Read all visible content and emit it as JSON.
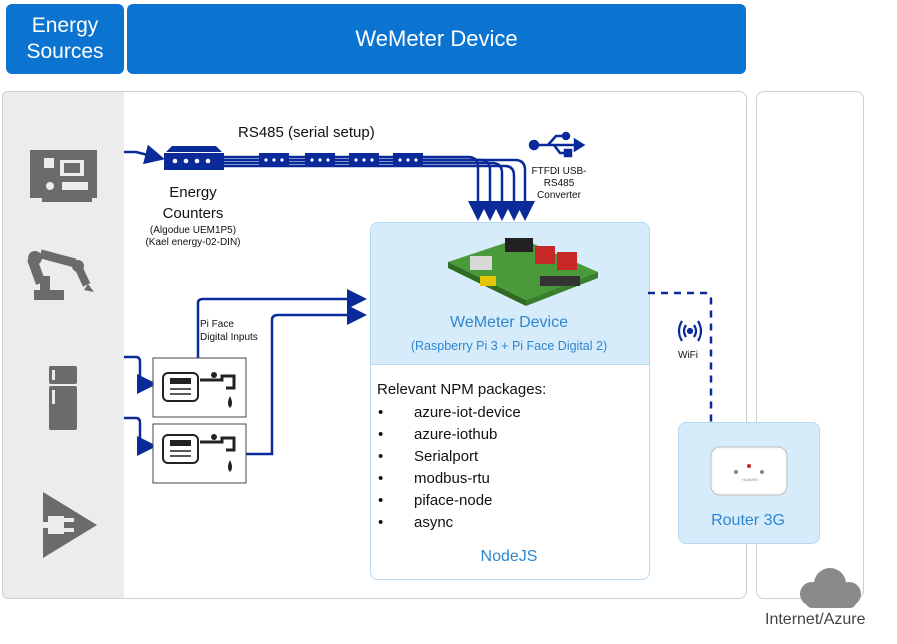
{
  "header": {
    "energy_sources": "Energy Sources",
    "wemeter_device": "WeMeter Device"
  },
  "energy_counters": {
    "bus_label": "RS485 (serial setup)",
    "title_line1": "Energy",
    "title_line2": "Counters",
    "model1": "(Algodue UEM1P5)",
    "model2": "(Kael energy-02-DIN)"
  },
  "usb_converter": {
    "line1": "FTFDI USB-",
    "line2": "RS485",
    "line3": "Converter"
  },
  "piface_inputs": {
    "line1": "Pi Face",
    "line2": "Digital Inputs"
  },
  "device": {
    "title": "WeMeter Device",
    "subtitle": "(Raspberry Pi 3  + Pi Face Digital 2)"
  },
  "npm": {
    "title": "Relevant NPM packages:",
    "bullet": "•",
    "packages": [
      "azure-iot-device",
      "azure-iothub",
      "Serialport",
      "modbus-rtu",
      "piface-node",
      "async"
    ],
    "runtime": "NodeJS"
  },
  "wifi": {
    "label": "WiFi"
  },
  "router": {
    "label": "Router 3G",
    "brand": "HUAWEI"
  },
  "internet": {
    "label": "Internet/Azure"
  },
  "colors": {
    "header_blue": "#0b73d0",
    "line_navy": "#0a2a9a",
    "box_light_blue": "#d6ecfa",
    "text_blue": "#2e86d0",
    "icon_gray": "#6b6b6b"
  }
}
